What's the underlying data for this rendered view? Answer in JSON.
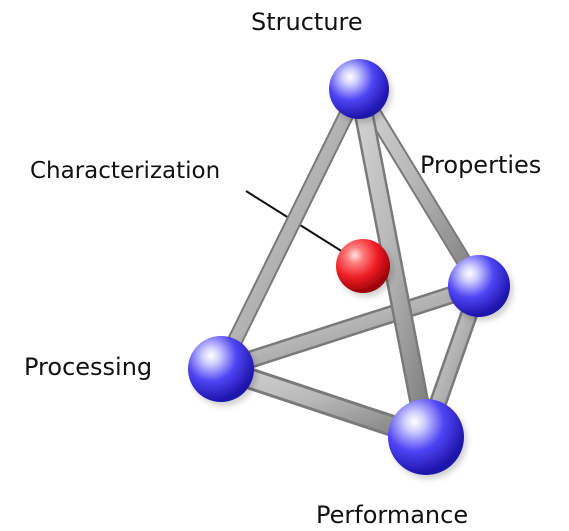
{
  "diagram": {
    "nodes": {
      "structure": "Structure",
      "properties": "Properties",
      "characterization": "Characterization",
      "processing": "Processing",
      "performance": "Performance"
    },
    "colors": {
      "vertex_sphere": "#4f45f4",
      "center_sphere": "#ee1d25",
      "edge": "#9a9a9a"
    }
  }
}
